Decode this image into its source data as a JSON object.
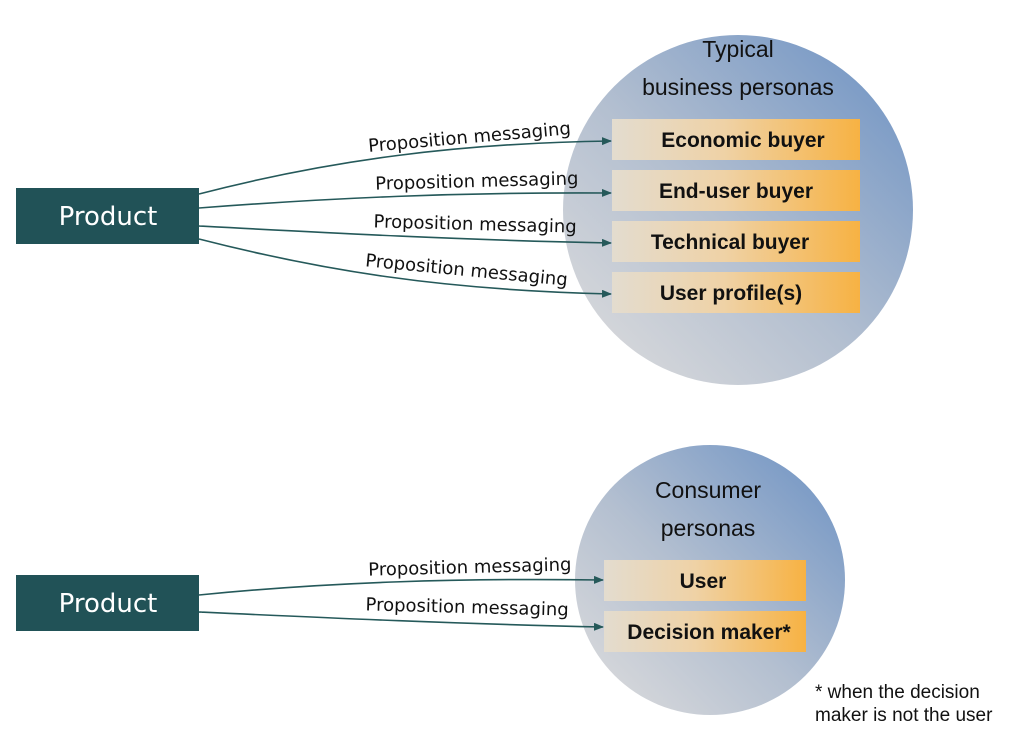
{
  "colors": {
    "product_box": "#215257",
    "arrow": "#25595a",
    "circle_light": "#d4d6da",
    "circle_dark": "#7b9bc6",
    "persona_light": "#e3dccf",
    "persona_orange": "#f7b243"
  },
  "business": {
    "product_label": "Product",
    "title_line1": "Typical",
    "title_line2": "business personas",
    "personas": [
      "Economic buyer",
      "End-user buyer",
      "Technical buyer",
      "User profile(s)"
    ],
    "edge_labels": [
      "Proposition messaging",
      "Proposition messaging",
      "Proposition messaging",
      "Proposition messaging"
    ]
  },
  "consumer": {
    "product_label": "Product",
    "title_line1": "Consumer",
    "title_line2": "personas",
    "personas": [
      "User",
      "Decision maker*"
    ],
    "edge_labels": [
      "Proposition messaging",
      "Proposition messaging"
    ]
  },
  "footnote": {
    "line1": "* when the decision",
    "line2": "maker is not the user"
  }
}
